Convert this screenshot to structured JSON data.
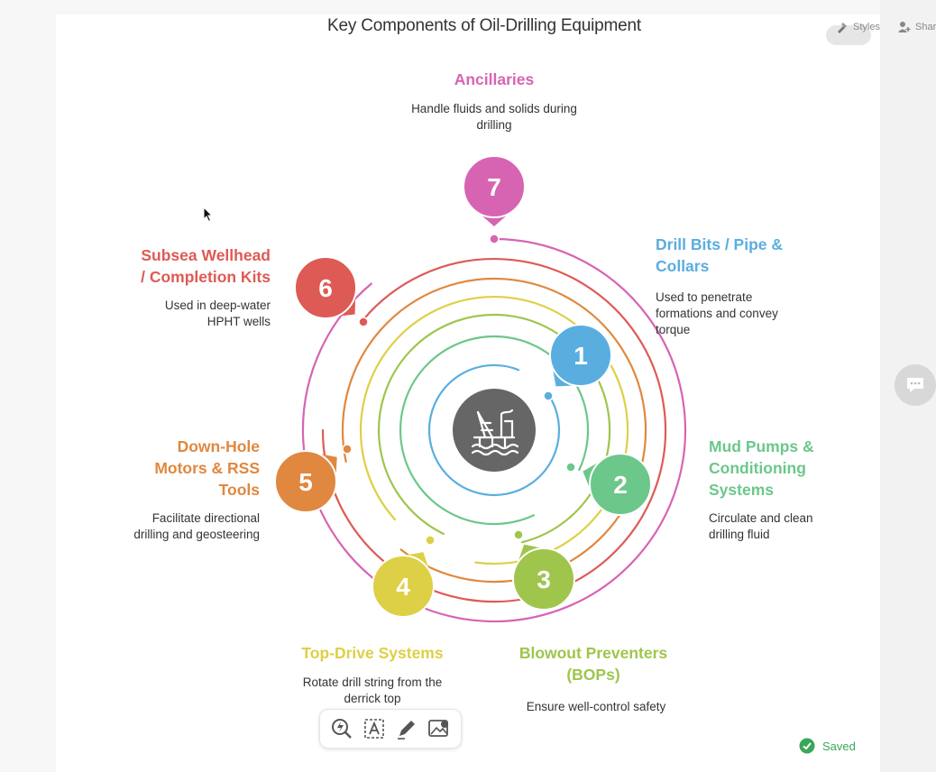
{
  "title": "Key Components of Oil-Drilling Equipment",
  "topbar": {
    "styles_label": "Styles",
    "share_label": "Shar"
  },
  "center": {
    "icon": "offshore-rig-icon"
  },
  "items": [
    {
      "number": "1",
      "title_lines": [
        "Drill Bits / Pipe &",
        "Collars"
      ],
      "desc_lines": [
        "Used to penetrate",
        "formations and convey",
        "torque"
      ],
      "color": "#5aaedf"
    },
    {
      "number": "2",
      "title_lines": [
        "Mud Pumps &",
        "Conditioning",
        "Systems"
      ],
      "desc_lines": [
        "Circulate and clean",
        "drilling fluid"
      ],
      "color": "#6cc78a"
    },
    {
      "number": "3",
      "title_lines": [
        "Blowout Preventers",
        "(BOPs)"
      ],
      "desc_lines": [
        "Ensure well-control safety"
      ],
      "color": "#9fc54d"
    },
    {
      "number": "4",
      "title_lines": [
        "Top-Drive Systems"
      ],
      "desc_lines": [
        "Rotate drill string from the",
        "derrick top"
      ],
      "color": "#ddd046"
    },
    {
      "number": "5",
      "title_lines": [
        "Down-Hole",
        "Motors & RSS",
        "Tools"
      ],
      "desc_lines": [
        "Facilitate directional",
        "drilling and geosteering"
      ],
      "color": "#e0883f"
    },
    {
      "number": "6",
      "title_lines": [
        "Subsea Wellhead",
        "/ Completion Kits"
      ],
      "desc_lines": [
        "Used in deep-water",
        "HPHT wells"
      ],
      "color": "#de5a55"
    },
    {
      "number": "7",
      "title_lines": [
        "Ancillaries"
      ],
      "desc_lines": [
        "Handle fluids and solids during",
        "drilling"
      ],
      "color": "#d764b3"
    }
  ],
  "toolbar": {
    "tools": [
      "zoom-lightning-icon",
      "text-box-icon",
      "pen-icon",
      "image-icon"
    ]
  },
  "status": {
    "saved_label": "Saved"
  }
}
